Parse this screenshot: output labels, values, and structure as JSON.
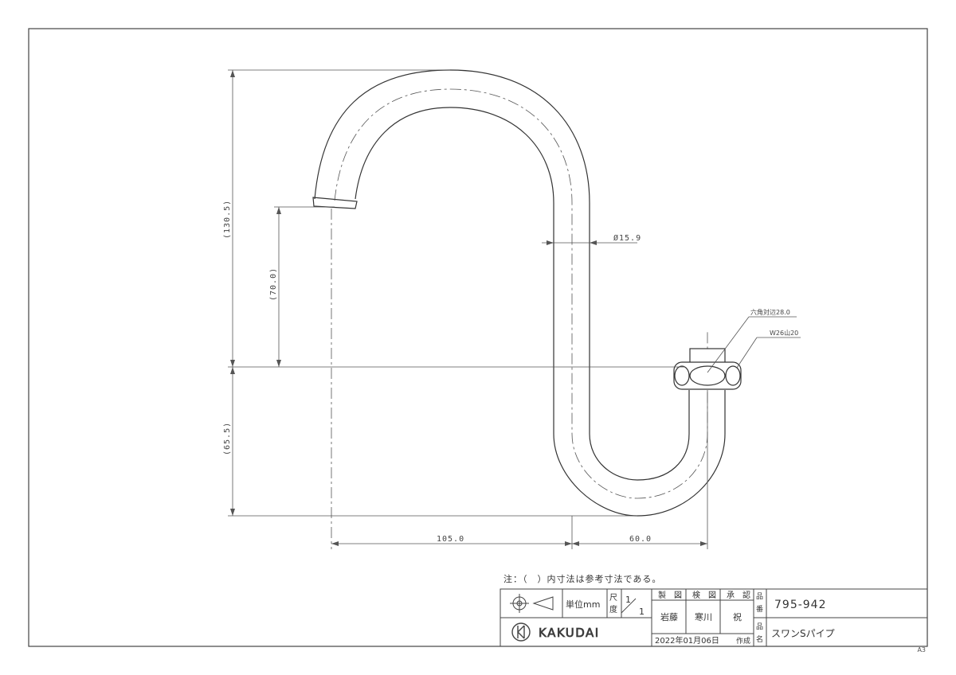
{
  "dimensions": {
    "height_total": "(130.5)",
    "height_upper": "(70.0)",
    "height_lower": "(65.5)",
    "width_left": "105.0",
    "width_right": "60.0",
    "pipe_diameter": "Ø15.9",
    "hex_size": "六角対辺28.0",
    "thread": "W26山20"
  },
  "note": "注：（　）内寸法は参考寸法である。",
  "title_block": {
    "unit": "単位mm",
    "scale_label_1": "尺",
    "scale_label_2": "度",
    "scale_num": "1",
    "scale_den": "1",
    "made_label": "製　図",
    "check_label": "検　図",
    "approve_label": "承　認",
    "made_by": "岩藤",
    "check_by": "寒川",
    "approve_by": "祝",
    "date": "2022年01月06日",
    "created_label": "作成",
    "part_no_label_1": "品",
    "part_no_label_2": "番",
    "part_name_label_1": "品",
    "part_name_label_2": "名",
    "part_no": "795-942",
    "part_name": "スワンSパイプ",
    "brand": "KAKUDAI"
  },
  "sheet_size": "A3"
}
